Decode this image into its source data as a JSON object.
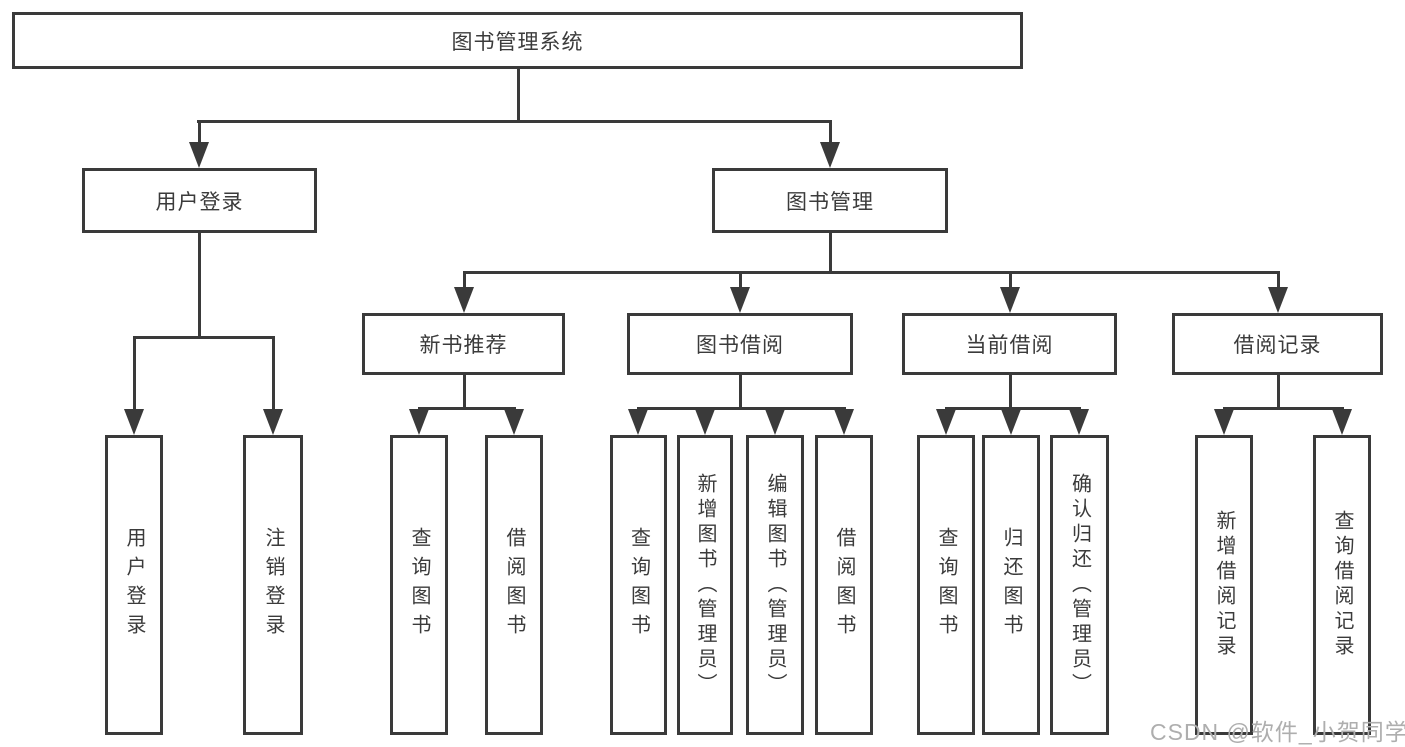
{
  "diagram": {
    "root_label": "图书管理系统",
    "user_login": {
      "label": "用户登录",
      "children": [
        "用户登录",
        "注销登录"
      ]
    },
    "book_mgmt": {
      "label": "图书管理",
      "sections": [
        {
          "label": "新书推荐",
          "children": [
            "查询图书",
            "借阅图书"
          ]
        },
        {
          "label": "图书借阅",
          "children": [
            "查询图书",
            "新增图书（管理员）",
            "编辑图书（管理员）",
            "借阅图书"
          ]
        },
        {
          "label": "当前借阅",
          "children": [
            "查询图书",
            "归还图书",
            "确认归还（管理员）"
          ]
        },
        {
          "label": "借阅记录",
          "children": [
            "新增借阅记录",
            "查询借阅记录"
          ]
        }
      ]
    }
  },
  "watermark": "CSDN @软件_小贺同学",
  "colors": {
    "line": "#3a3a3a",
    "text": "#3b3b3b",
    "box_background": "#ffffff",
    "watermark": "#aeaeae"
  }
}
